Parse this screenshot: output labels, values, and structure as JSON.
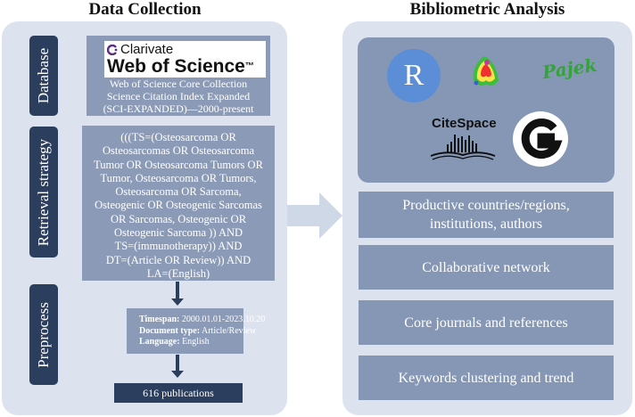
{
  "headings": {
    "left": "Data Collection",
    "right": "Bibliometric Analysis"
  },
  "left_labels": {
    "database": "Database",
    "retrieval": "Retrieval strategy",
    "preprocess": "Preprocess"
  },
  "database": {
    "brand": "Clarivate",
    "product": "Web of Science",
    "tm": "™",
    "lines": [
      "Web of Science Core Collection",
      "Science Citation Index Expanded",
      "(SCI-EXPANDED)—2000-present"
    ]
  },
  "retrieval_lines": [
    "(((TS=(Osteosarcoma OR",
    "Osteosarcomas OR Osteosarcoma",
    "Tumor OR Osteosarcoma Tumors OR",
    "Tumor, Osteosarcoma OR Tumors,",
    "Osteosarcoma OR Sarcoma,",
    "Osteogenic OR Osteogenic Sarcomas",
    "OR Sarcomas, Osteogenic OR",
    "Osteogenic Sarcoma )) AND",
    "TS=(immunotherapy)) AND",
    "DT=(Article OR Review)) AND",
    "LA=(English)"
  ],
  "preprocess": [
    {
      "label": "Timespan:",
      "value": "2000.01.01-2023.10.20"
    },
    {
      "label": "Document type:",
      "value": "Article/Review"
    },
    {
      "label": "Language:",
      "value": "English"
    }
  ],
  "result": "616 publications",
  "tools": {
    "r_letter": "R",
    "pajek": "Pajek",
    "citespace": "CiteSpace"
  },
  "analysis_items": [
    [
      "Productive countries/regions,",
      "institutions, authors"
    ],
    [
      "Collaborative network"
    ],
    [
      "Core journals and references"
    ],
    [
      "Keywords clustering and trend"
    ]
  ],
  "colors": {
    "panel": "#dde3ee",
    "label_dark": "#2c3e5d",
    "box": "#8b9bb7",
    "connector_arrow": "#cfd8e6"
  }
}
